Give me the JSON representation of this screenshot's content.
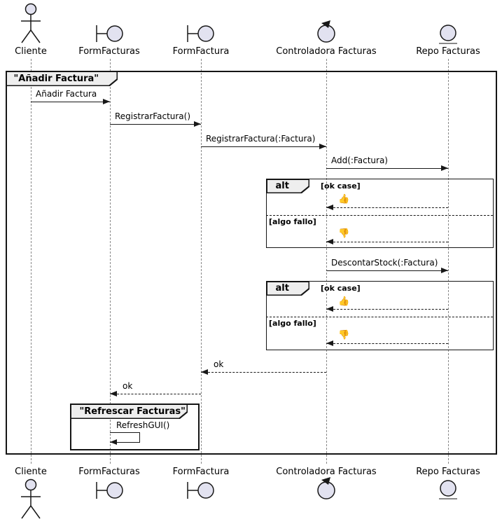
{
  "colors": {
    "background": "#ffffff",
    "line": "#181818",
    "lifeline": "#888888",
    "participant_fill": "#E2E2F0",
    "participant_stroke": "#181818",
    "frame_border": "#151515",
    "label_bg": "#EEEEEE",
    "text": "#000000"
  },
  "frame": {
    "title": "\"Añadir Factura\""
  },
  "participants": [
    {
      "name": "Cliente",
      "type": "actor"
    },
    {
      "name": "FormFacturas",
      "type": "boundary"
    },
    {
      "name": "FormFactura",
      "type": "boundary"
    },
    {
      "name": "Controladora Facturas",
      "type": "control"
    },
    {
      "name": "Repo Facturas",
      "type": "entity"
    }
  ],
  "messages": [
    {
      "label": "Añadir Factura",
      "from": "Cliente",
      "to": "FormFacturas",
      "style": "solid"
    },
    {
      "label": "RegistrarFactura()",
      "from": "FormFacturas",
      "to": "FormFactura",
      "style": "solid"
    },
    {
      "label": "RegistrarFactura(:Factura)",
      "from": "FormFactura",
      "to": "Controladora Facturas",
      "style": "solid"
    },
    {
      "label": "Add(:Factura)",
      "from": "Controladora Facturas",
      "to": "Repo Facturas",
      "style": "solid"
    },
    {
      "label": "👍",
      "from": "Repo Facturas",
      "to": "Controladora Facturas",
      "style": "dashed"
    },
    {
      "label": "👎",
      "from": "Repo Facturas",
      "to": "Controladora Facturas",
      "style": "dashed"
    },
    {
      "label": "DescontarStock(:Factura)",
      "from": "Controladora Facturas",
      "to": "Repo Facturas",
      "style": "solid"
    },
    {
      "label": "👍",
      "from": "Repo Facturas",
      "to": "Controladora Facturas",
      "style": "dashed"
    },
    {
      "label": "👎",
      "from": "Repo Facturas",
      "to": "Controladora Facturas",
      "style": "dashed"
    },
    {
      "label": "ok",
      "from": "Controladora Facturas",
      "to": "FormFactura",
      "style": "dashed"
    },
    {
      "label": "ok",
      "from": "FormFactura",
      "to": "FormFacturas",
      "style": "dashed"
    },
    {
      "label": "RefreshGUI()",
      "from": "FormFacturas",
      "to": "FormFacturas",
      "style": "self"
    }
  ],
  "fragments": {
    "alt1": {
      "keyword": "alt",
      "guard_ok": "[ok case]",
      "guard_fail": "[algo fallo]"
    },
    "alt2": {
      "keyword": "alt",
      "guard_ok": "[ok case]",
      "guard_fail": "[algo fallo]"
    },
    "group": {
      "title": "\"Refrescar Facturas\""
    }
  }
}
